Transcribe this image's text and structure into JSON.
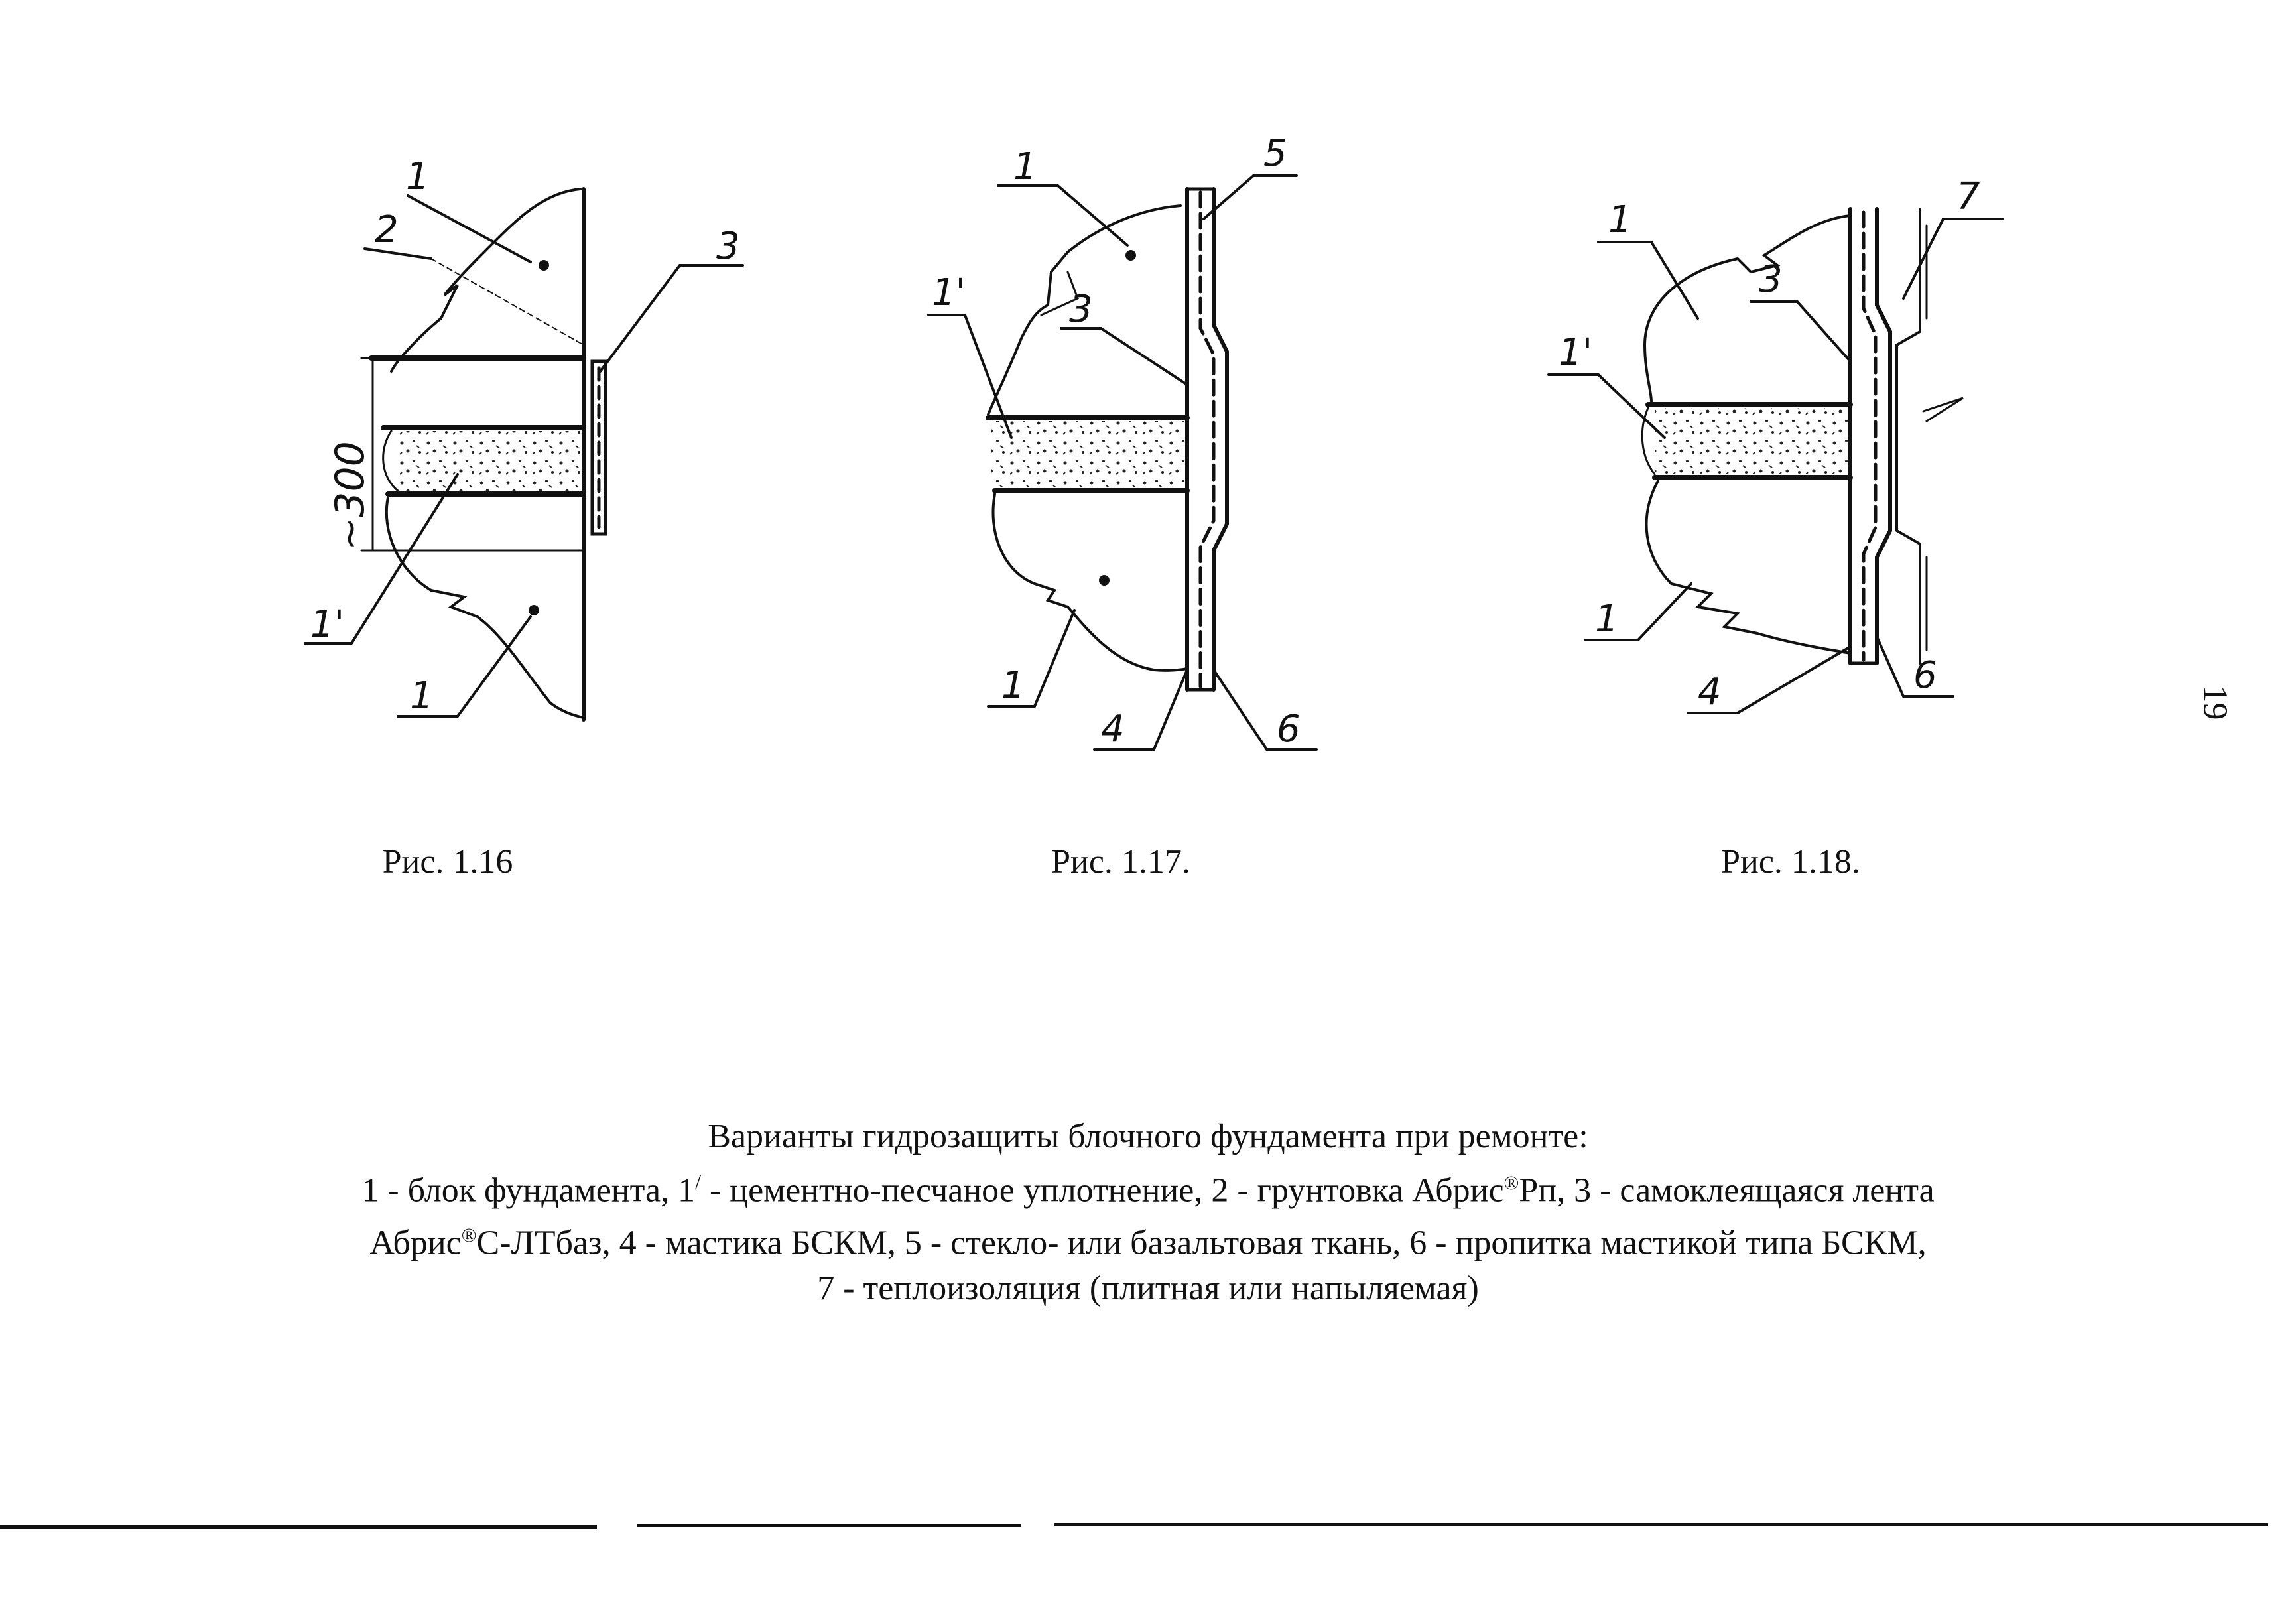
{
  "figures": [
    {
      "id": "fig-1-16",
      "caption": "Рис. 1.16",
      "dimension": "~300",
      "callouts": [
        "1",
        "2",
        "3",
        "1'",
        "1"
      ]
    },
    {
      "id": "fig-1-17",
      "caption": "Рис. 1.17.",
      "callouts": [
        "1",
        "5",
        "1'",
        "3",
        "1",
        "4",
        "6"
      ]
    },
    {
      "id": "fig-1-18",
      "caption": "Рис. 1.18.",
      "callouts": [
        "1",
        "3",
        "7",
        "1'",
        "1",
        "4",
        "6"
      ]
    }
  ],
  "legend": {
    "title": "Варианты гидрозащиты блочного фундамента при ремонте:",
    "line1_a": "1 - блок фундамента, 1",
    "line1_sup": "/",
    "line1_b": " - цементно-песчаное уплотнение, 2 - грунтовка Абрис",
    "reg1": "®",
    "line1_c": "Рп, 3 - самоклеящаяся лента",
    "line2_a": "Абрис",
    "reg2": "®",
    "line2_b": "С-ЛТбаз, 4 - мастика БСКМ, 5 - стекло- или базальтовая ткань, 6 - пропитка мастикой типа БСКМ,",
    "line3": "7 - теплоизоляция (плитная или напыляемая)"
  },
  "page_number": "19"
}
